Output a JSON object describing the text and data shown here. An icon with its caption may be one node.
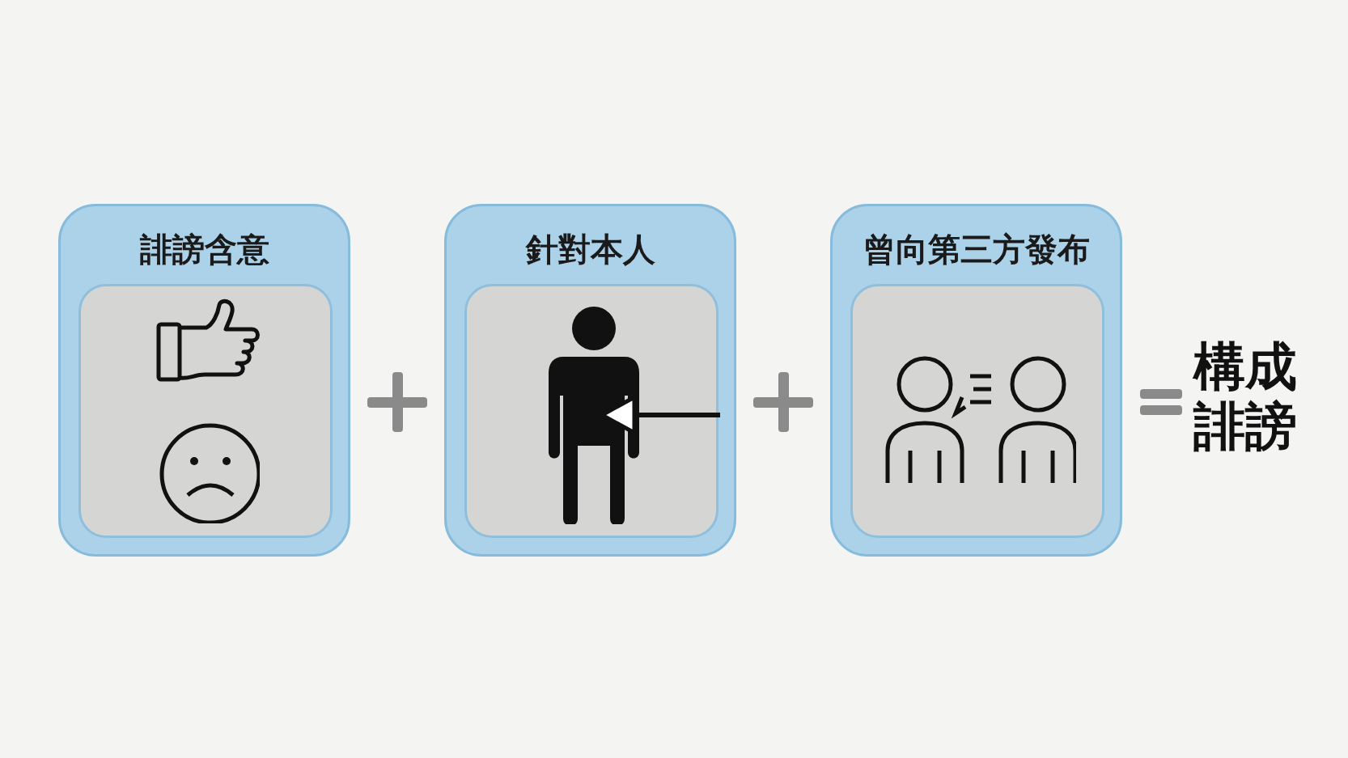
{
  "diagram": {
    "nodes": [
      {
        "text": [
          "誹謗含意"
        ]
      },
      {
        "text": [
          "針對本人"
        ]
      },
      {
        "text": [
          "曾向第三方發布"
        ]
      }
    ],
    "edges": [],
    "labels": [
      "構成誹謗"
    ]
  }
}
